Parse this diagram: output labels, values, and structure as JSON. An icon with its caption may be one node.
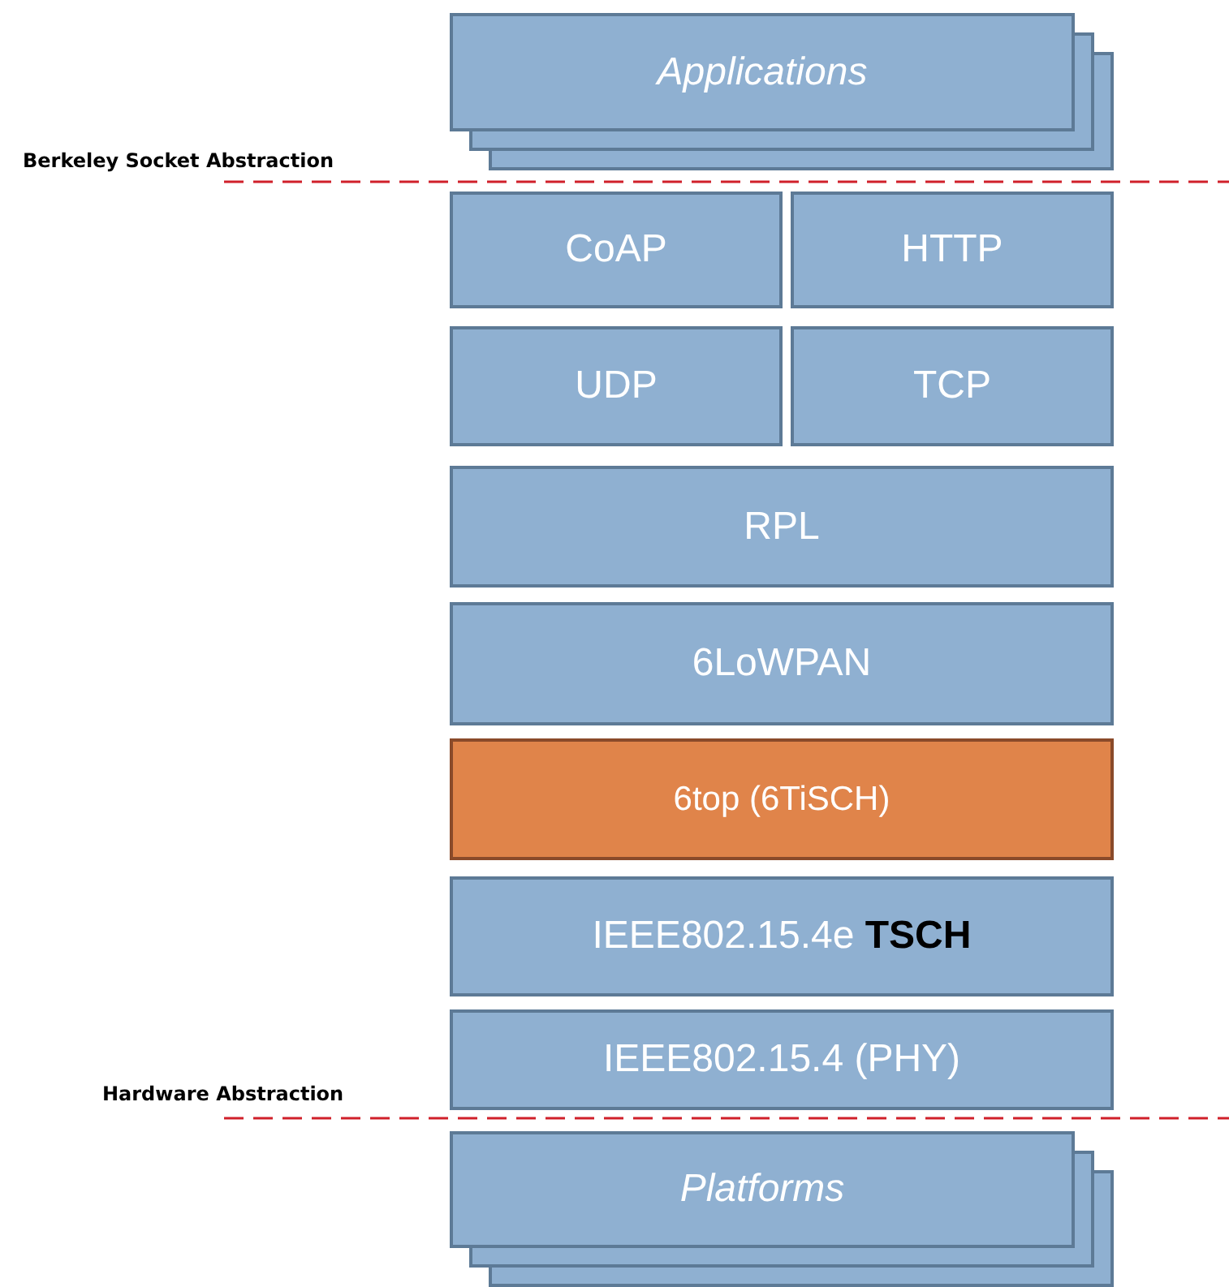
{
  "diagram": {
    "nodes": [
      {
        "text": [
          "Applications"
        ]
      },
      {
        "text": [
          "CoAP"
        ]
      },
      {
        "text": [
          "HTTP"
        ]
      },
      {
        "text": [
          "UDP"
        ]
      },
      {
        "text": [
          "TCP"
        ]
      },
      {
        "text": [
          "RPL"
        ]
      },
      {
        "text": [
          "6LoWPAN"
        ]
      },
      {
        "text": [
          "6top (6TiSCH)"
        ]
      },
      {
        "text": [
          "IEEE802.15.4e **TSCH**"
        ]
      },
      {
        "text": [
          "IEEE802.15.4 (PHY)"
        ]
      },
      {
        "text": [
          "Platforms"
        ]
      }
    ],
    "edges": [],
    "labels": [
      "Berkeley Socket Abstraction",
      "Hardware Abstraction"
    ]
  }
}
